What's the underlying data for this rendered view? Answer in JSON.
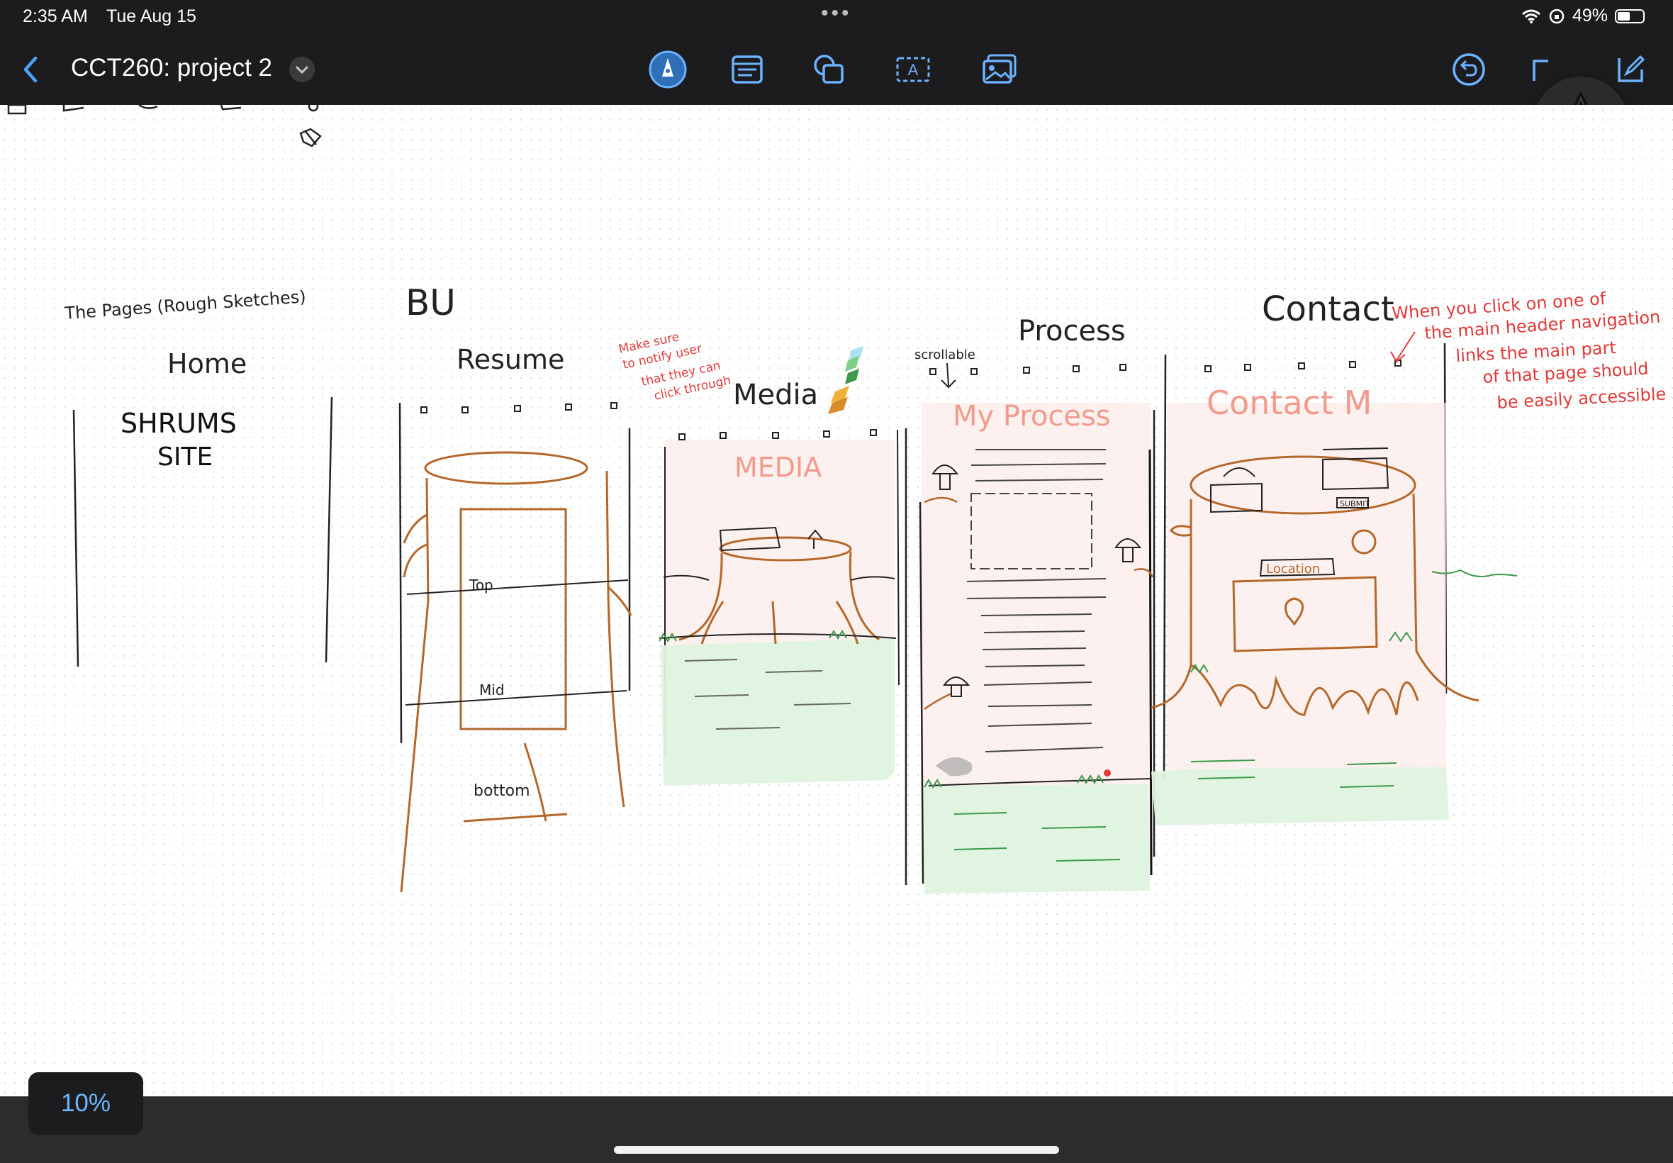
{
  "status_bar": {
    "time": "2:35 AM",
    "date": "Tue Aug 15",
    "battery": "49%",
    "battery_level": 0.49,
    "icons": [
      "wifi-icon",
      "orientation-lock-icon",
      "battery-icon"
    ]
  },
  "toolbar": {
    "title": "CCT260: project 2",
    "tools": [
      "pen-tool-icon",
      "notes-icon",
      "shapes-icon",
      "text-box-icon",
      "image-icon"
    ],
    "right_tools": [
      "undo-icon",
      "pencil-icon",
      "edit-icon"
    ]
  },
  "canvas": {
    "notes": {
      "pages_title": "The Pages (Rough Sketches)",
      "home": "Home",
      "site_line1": "SHRUMS",
      "site_line2": "SITE",
      "bu": "BU",
      "resume": "Resume",
      "notify_note_1": "Make sure",
      "notify_note_2": "to notify user",
      "notify_note_3": "that they can",
      "notify_note_4": "click through",
      "media": "Media",
      "media_banner": "MEDIA",
      "scrollable": "scrollable",
      "process": "Process",
      "my_process": "My Process",
      "contact": "Contact",
      "contact_banner": "Contact M",
      "nav_note_1": "When you click on one of",
      "nav_note_2": "the main header navigation",
      "nav_note_3": "links the main part",
      "nav_note_4": "of that page should",
      "nav_note_5": "be easily accessible",
      "top": "Top",
      "mid": "Mid",
      "bottom": "bottom",
      "location": "Location",
      "submit": "SUBMIT"
    },
    "colors": {
      "ink": "#1a1a1a",
      "brown": "#b5672a",
      "red": "#e0594f",
      "salmon": "#f29a8c",
      "green": "#7fcf86",
      "green_fill": "#dff3df",
      "pink_fill": "#fcebe8"
    }
  },
  "zoom": "10%"
}
